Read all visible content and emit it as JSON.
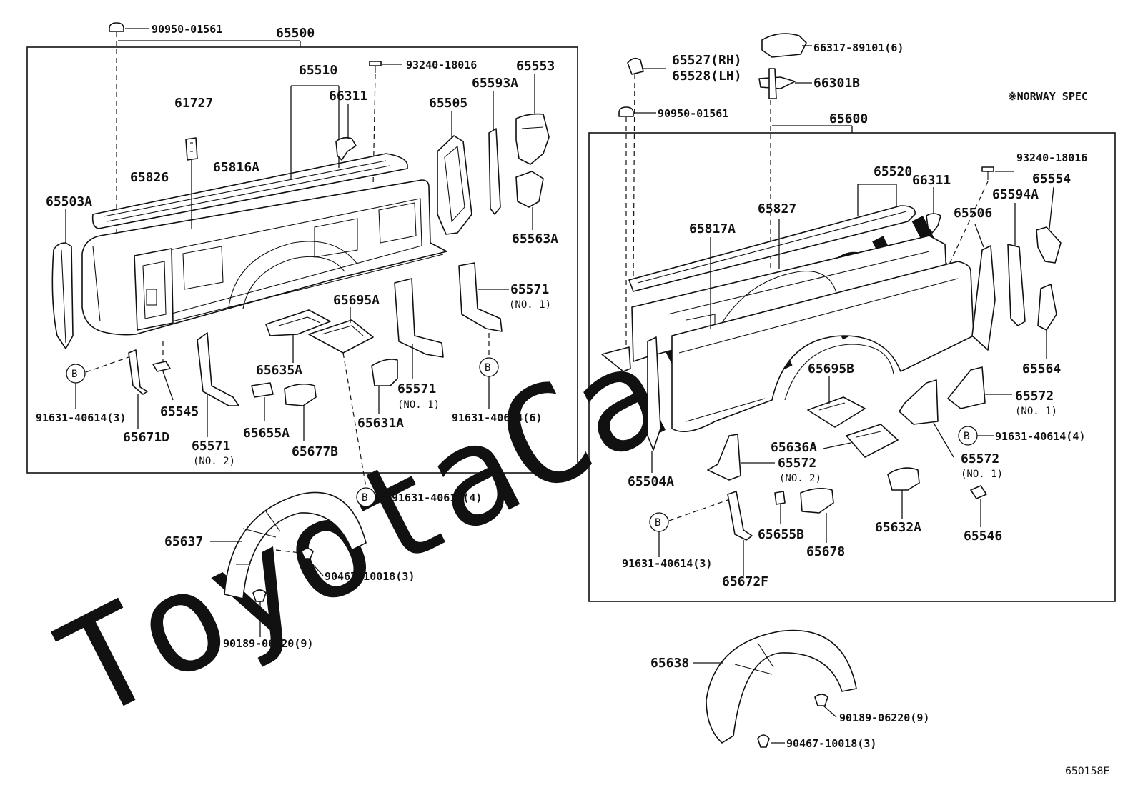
{
  "watermark": "ToyotaCar.ru",
  "diagram_code": "650158E",
  "norway_spec_note": "※NORWAY SPEC",
  "b_marker": "B",
  "left_assembly": {
    "assembly_label": "65500",
    "parts": {
      "grommet_top": "90950-01561",
      "screw": "93240-18016",
      "rail_group": "65510",
      "clip": "66311",
      "part_61727": "61727",
      "part_65816A": "65816A",
      "part_65826": "65826",
      "part_65503A": "65503A",
      "part_65505": "65505",
      "part_65593A": "65593A",
      "part_65553": "65553",
      "part_65563A": "65563A",
      "part_65571_right": "65571",
      "no1_right": "(NO. 1)",
      "part_65695A": "65695A",
      "part_65635A": "65635A",
      "part_65571_mid": "65571",
      "no1_mid": "(NO. 1)",
      "part_65631A": "65631A",
      "bolt_6": "91631-40614(6)",
      "bolt_3": "91631-40614(3)",
      "part_65545": "65545",
      "part_65671D": "65671D",
      "part_65571_no2": "65571",
      "no2": "(NO. 2)",
      "part_65655A": "65655A",
      "part_65677B": "65677B",
      "bolt_4_lower": "91631-40614(4)"
    }
  },
  "left_liner": {
    "part_65637": "65637",
    "clip_3": "90467-10018(3)",
    "clip_9": "90189-06220(9)"
  },
  "right_assembly": {
    "assembly_label": "65600",
    "parts": {
      "cap": "66317-89101(6)",
      "hook": "66301B",
      "rh": "65527(RH)",
      "lh": "65528(LH)",
      "grommet_top": "90950-01561",
      "screw": "93240-18016",
      "rail_group": "65520",
      "clip": "66311",
      "part_65554": "65554",
      "part_65594A": "65594A",
      "part_65506": "65506",
      "part_65827": "65827",
      "part_65817A": "65817A",
      "part_65564": "65564",
      "part_65695B": "65695B",
      "part_65572_top": "65572",
      "no1_top": "(NO. 1)",
      "bolt_4": "91631-40614(4)",
      "part_65636A": "65636A",
      "part_65572_no2": "65572",
      "no2": "(NO. 2)",
      "part_65572_mid": "65572",
      "no1_mid": "(NO. 1)",
      "part_65504A": "65504A",
      "part_65546": "65546",
      "part_65632A": "65632A",
      "part_65655B": "65655B",
      "part_65678": "65678",
      "bolt_3": "91631-40614(3)",
      "part_65672F": "65672F"
    }
  },
  "right_liner": {
    "part_65638": "65638",
    "clip_9": "90189-06220(9)",
    "clip_3": "90467-10018(3)"
  }
}
